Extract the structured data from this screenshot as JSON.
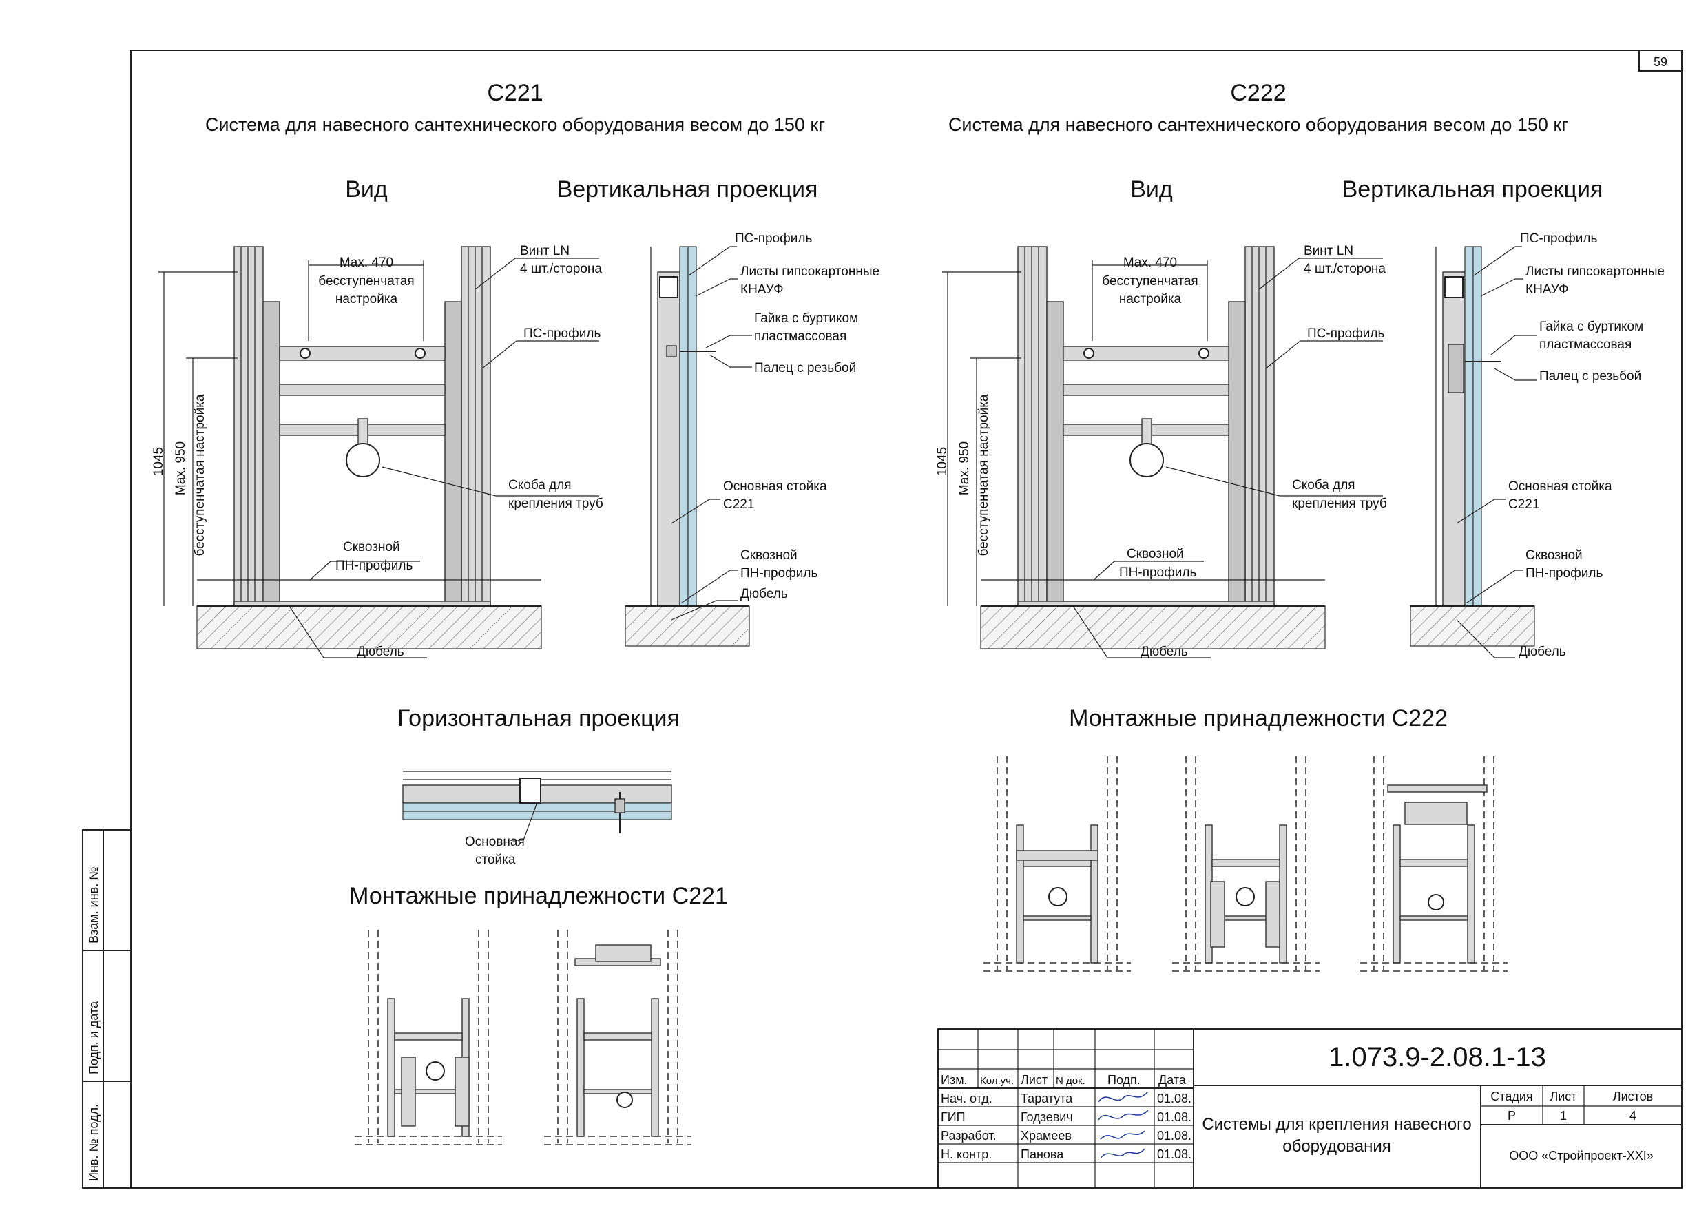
{
  "sheet_number": "59",
  "c221": {
    "code": "C221",
    "subtitle": "Система для навесного сантехнического оборудования весом до 150 кг",
    "view_title": "Вид",
    "vertical_title": "Вертикальная проекция",
    "horizontal_title": "Горизонтальная проекция",
    "accessories_title": "Монтажные принадлежности С221",
    "dim_max470": "Max. 470",
    "dim_stepless1": "бесступенчатая",
    "dim_stepless2": "настройка",
    "dim_1045": "1045",
    "dim_max950": "Max. 950",
    "dim_stepless_vert": "бесступенчатая настройка",
    "label_screw1": "Винт LN",
    "label_screw2": "4 шт./сторона",
    "label_ps_profile": "ПС-профиль",
    "label_clamp1": "Скоба для",
    "label_clamp2": "крепления труб",
    "label_through1": "Сквозной",
    "label_through2": "ПН-профиль",
    "label_dowel": "Дюбель",
    "vp_ps_profile": "ПС-профиль",
    "vp_sheets1": "Листы гипсокартонные",
    "vp_sheets2": "КНАУФ",
    "vp_nut1": "Гайка с буртиком",
    "vp_nut2": "пластмассовая",
    "vp_pin": "Палец с резьбой",
    "vp_main1": "Основная стойка",
    "vp_main2": "С221",
    "vp_through1": "Сквозной",
    "vp_through2": "ПН-профиль",
    "vp_dowel": "Дюбель",
    "hp_main1": "Основная",
    "hp_main2": "стойка"
  },
  "c222": {
    "code": "C222",
    "subtitle": "Система для навесного сантехнического оборудования весом до 150 кг",
    "view_title": "Вид",
    "vertical_title": "Вертикальная проекция",
    "accessories_title": "Монтажные принадлежности С222",
    "dim_max470": "Max. 470",
    "dim_stepless1": "бесступенчатая",
    "dim_stepless2": "настройка",
    "dim_1045": "1045",
    "dim_max950": "Max. 950",
    "dim_stepless_vert": "бесступенчатая настройка",
    "label_screw1": "Винт LN",
    "label_screw2": "4 шт./сторона",
    "label_ps_profile": "ПС-профиль",
    "label_clamp1": "Скоба для",
    "label_clamp2": "крепления труб",
    "label_through1": "Сквозной",
    "label_through2": "ПН-профиль",
    "label_dowel": "Дюбель",
    "vp_ps_profile": "ПС-профиль",
    "vp_sheets1": "Листы гипсокартонные",
    "vp_sheets2": "КНАУФ",
    "vp_nut1": "Гайка с буртиком",
    "vp_nut2": "пластмассовая",
    "vp_pin": "Палец с резьбой",
    "vp_main1": "Основная стойка",
    "vp_main2": "С221",
    "vp_through1": "Сквозной",
    "vp_through2": "ПН-профиль",
    "vp_dowel": "Дюбель"
  },
  "side_stamp": {
    "vzam": "Взам. инв. №",
    "podp": "Подп. и дата",
    "inv": "Инв. № подл."
  },
  "title_block": {
    "doc_code": "1.073.9-2.08.1-13",
    "doc_name1": "Системы для крепления навесного",
    "doc_name2": "оборудования",
    "org": "ООО «Стройпроект-XXI»",
    "headers": {
      "izm": "Изм.",
      "kol": "Кол.уч.",
      "list": "Лист",
      "ndok": "N док.",
      "podp": "Подп.",
      "data": "Дата"
    },
    "stage_header": "Стадия",
    "sheet_header": "Лист",
    "sheets_header": "Листов",
    "stage": "Р",
    "sheet": "1",
    "sheets": "4",
    "rows": [
      {
        "role": "Нач. отд.",
        "name": "Таратута",
        "date": "01.08."
      },
      {
        "role": "ГИП",
        "name": "Годзевич",
        "date": "01.08."
      },
      {
        "role": "Разработ.",
        "name": "Храмеев",
        "date": "01.08."
      },
      {
        "role": "Н. контр.",
        "name": "Панова",
        "date": "01.08."
      }
    ]
  }
}
